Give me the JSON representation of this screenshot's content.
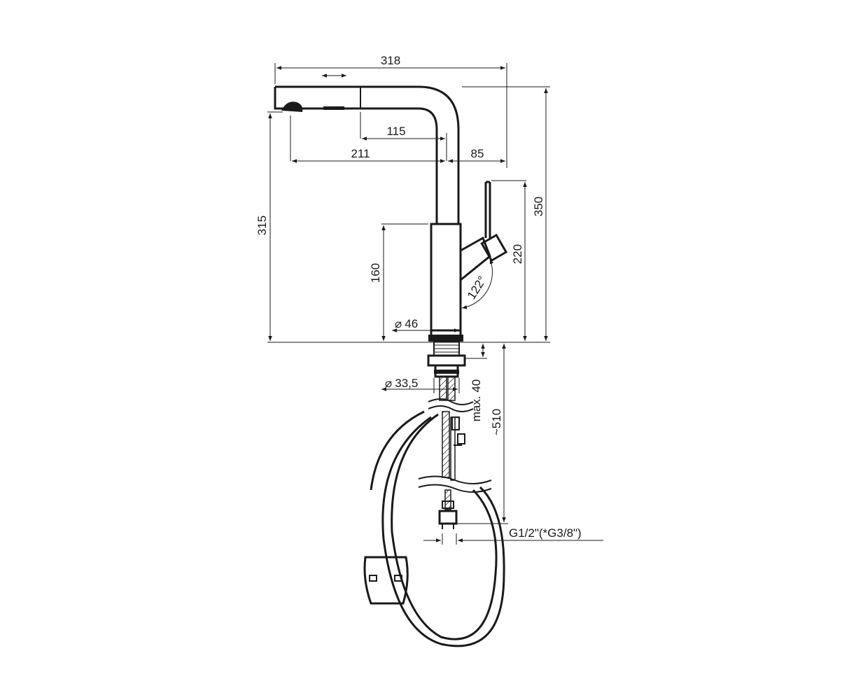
{
  "dimensions": {
    "total_width": "318",
    "spout_pullout": "115",
    "spout_reach": "211",
    "body_to_lever": "85",
    "spout_height": "315",
    "total_height": "350",
    "lever_height": "220",
    "body_height": "160",
    "body_diameter": "46",
    "lever_angle": "122°",
    "shank_diameter": "33,5",
    "shank_length": "max. 40",
    "hose_length": "~510",
    "connection_thread": "G1/2\"(*G3/8\")"
  },
  "symbols": {
    "diameter": "⌀"
  },
  "colors": {
    "line": "#1a1a1a",
    "background": "#ffffff"
  }
}
